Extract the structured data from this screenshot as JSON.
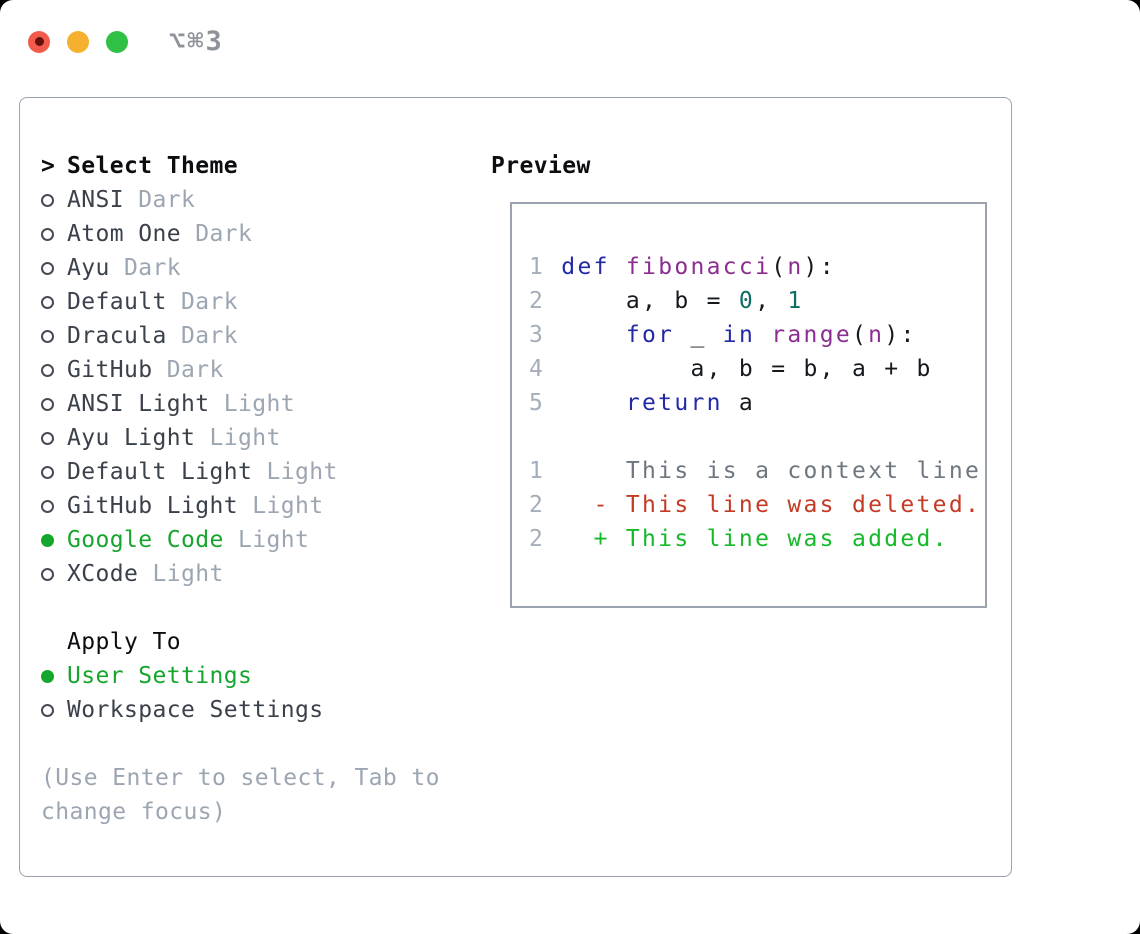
{
  "titlebar": {
    "shortcut": "⌥⌘3",
    "traffic_lights": [
      "close",
      "minimize",
      "zoom"
    ]
  },
  "theme_picker": {
    "marker": ">",
    "title": "Select Theme",
    "items": [
      {
        "name": "ANSI",
        "variant": "Dark",
        "selected": false
      },
      {
        "name": "Atom One",
        "variant": "Dark",
        "selected": false
      },
      {
        "name": "Ayu",
        "variant": "Dark",
        "selected": false
      },
      {
        "name": "Default",
        "variant": "Dark",
        "selected": false
      },
      {
        "name": "Dracula",
        "variant": "Dark",
        "selected": false
      },
      {
        "name": "GitHub",
        "variant": "Dark",
        "selected": false
      },
      {
        "name": "ANSI Light",
        "variant": "Light",
        "selected": false
      },
      {
        "name": "Ayu Light",
        "variant": "Light",
        "selected": false
      },
      {
        "name": "Default Light",
        "variant": "Light",
        "selected": false
      },
      {
        "name": "GitHub Light",
        "variant": "Light",
        "selected": false
      },
      {
        "name": "Google Code",
        "variant": "Light",
        "selected": true
      },
      {
        "name": "XCode",
        "variant": "Light",
        "selected": false
      }
    ]
  },
  "apply_to": {
    "title": "Apply To",
    "options": [
      {
        "label": "User Settings",
        "selected": true
      },
      {
        "label": "Workspace Settings",
        "selected": false
      }
    ]
  },
  "hint": {
    "lines": [
      "(Use Enter to select, Tab to",
      "change focus)"
    ]
  },
  "preview": {
    "title": "Preview",
    "lines": [
      {
        "num": "1",
        "tokens": [
          {
            "text": "def",
            "color": "keyword"
          },
          {
            "text": " ",
            "color": "plain"
          },
          {
            "text": "fibonacci",
            "color": "function"
          },
          {
            "text": "(",
            "color": "plain"
          },
          {
            "text": "n",
            "color": "function"
          },
          {
            "text": "):",
            "color": "plain"
          }
        ]
      },
      {
        "num": "2",
        "tokens": [
          {
            "text": "    a, b = ",
            "color": "plain"
          },
          {
            "text": "0",
            "color": "number"
          },
          {
            "text": ", ",
            "color": "plain"
          },
          {
            "text": "1",
            "color": "number"
          }
        ]
      },
      {
        "num": "3",
        "tokens": [
          {
            "text": "    ",
            "color": "plain"
          },
          {
            "text": "for",
            "color": "keyword"
          },
          {
            "text": " _ ",
            "color": "plain"
          },
          {
            "text": "in",
            "color": "keyword"
          },
          {
            "text": " ",
            "color": "plain"
          },
          {
            "text": "range",
            "color": "function"
          },
          {
            "text": "(",
            "color": "plain"
          },
          {
            "text": "n",
            "color": "function"
          },
          {
            "text": "):",
            "color": "plain"
          }
        ]
      },
      {
        "num": "4",
        "tokens": [
          {
            "text": "        a, b = b, a + b",
            "color": "plain"
          }
        ]
      },
      {
        "num": "5",
        "tokens": [
          {
            "text": "    ",
            "color": "plain"
          },
          {
            "text": "return",
            "color": "keyword"
          },
          {
            "text": " a",
            "color": "plain"
          }
        ]
      },
      {
        "num": "",
        "tokens": []
      },
      {
        "num": "1",
        "tokens": [
          {
            "text": "    This is a context line.",
            "color": "context"
          }
        ]
      },
      {
        "num": "2",
        "tokens": [
          {
            "text": "  - This line was deleted.",
            "color": "deleted"
          }
        ]
      },
      {
        "num": "2",
        "tokens": [
          {
            "text": "  + This line was added.",
            "color": "added"
          }
        ]
      }
    ]
  },
  "colors": {
    "accent_green": "#16a52d",
    "added_green": "#16b92a",
    "deleted_red": "#c33b25",
    "keyword_blue": "#232aa5",
    "function_purple": "#8b2e8f",
    "number_teal": "#0e6d63",
    "code_plain": "#15181c",
    "line_number_gray": "#a4aeba",
    "context_gray": "#6e7680",
    "muted_gray": "#9ca6b2",
    "text_dark": "#3b414b",
    "heading_black": "#0b0d11",
    "border_gray": "#9aa3ad",
    "titlebar_gray": "#8e939a",
    "traffic_red": "#f25b4c",
    "traffic_red_dot": "#641109",
    "traffic_yellow": "#f5b02e",
    "traffic_green": "#2fc044"
  }
}
